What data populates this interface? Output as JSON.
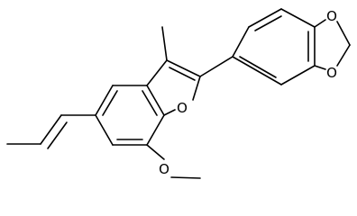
{
  "molecule": {
    "atoms": [
      {
        "id": "O1",
        "text": "O"
      },
      {
        "id": "O2",
        "text": "O"
      },
      {
        "id": "O3",
        "text": "O"
      },
      {
        "id": "O4",
        "text": "O"
      }
    ]
  },
  "colors": {
    "bond": "#000000",
    "label": "#000000",
    "background": "#ffffff"
  }
}
